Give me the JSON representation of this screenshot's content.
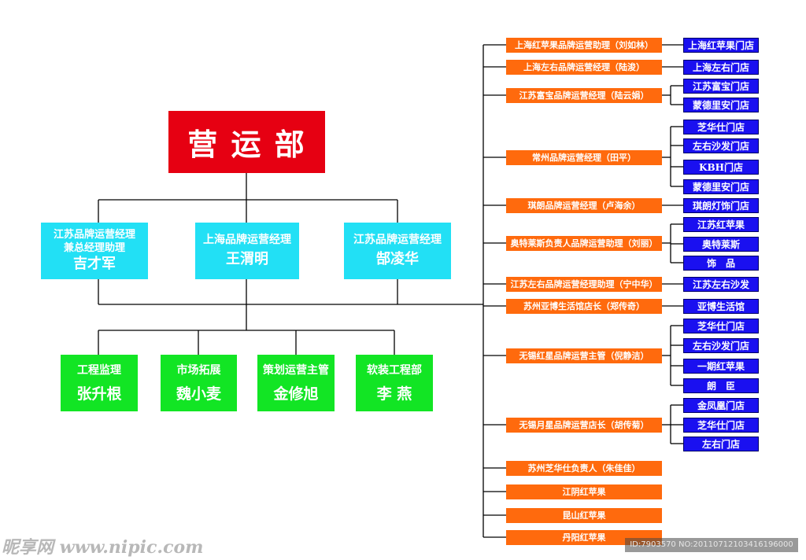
{
  "root": {
    "title": "营 运 部"
  },
  "managers": [
    {
      "title_line1": "江苏品牌运营经理",
      "title_line2": "兼总经理助理",
      "name": "吉才军"
    },
    {
      "title_line1": "上海品牌运营经理",
      "title_line2": "",
      "name": "王渭明"
    },
    {
      "title_line1": "江苏品牌运营经理",
      "title_line2": "",
      "name": "郜凌华"
    }
  ],
  "departments": [
    {
      "role": "工程监理",
      "name": "张升根"
    },
    {
      "role": "市场拓展",
      "name": "魏小麦"
    },
    {
      "role": "策划运营主管",
      "name": "金修旭"
    },
    {
      "role": "软装工程部",
      "name": "李 燕"
    }
  ],
  "branches": [
    {
      "label": "上海红苹果品牌运营助理（刘如林）",
      "stores": [
        "上海红苹果门店"
      ]
    },
    {
      "label": "上海左右品牌运营经理（陆浚）",
      "stores": [
        "上海左右门店"
      ]
    },
    {
      "label": "江苏富宝品牌运营经理（陆云娟）",
      "stores": [
        "江苏富宝门店",
        "蒙德里安门店"
      ]
    },
    {
      "label": "常州品牌运营经理（田平）",
      "stores": [
        "芝华仕门店",
        "左右沙发门店",
        "KBH门店",
        "蒙德里安门店"
      ]
    },
    {
      "label": "琪朗品牌运营经理（卢海余）",
      "stores": [
        "琪朗灯饰门店"
      ]
    },
    {
      "label": "奥特莱斯负责人品牌运营助理（刘丽）",
      "stores": [
        "江苏红苹果",
        "奥特莱斯",
        "饰　品"
      ]
    },
    {
      "label": "江苏左右品牌运营经理助理（宁中华）",
      "stores": [
        "江苏左右沙发"
      ]
    },
    {
      "label": "苏州亚博生活馆店长（郑传奇）",
      "stores": [
        "亚博生活馆"
      ]
    },
    {
      "label": "无锡红星品牌运营主管（倪静洁）",
      "stores": [
        "芝华仕门店",
        "左右沙发门店",
        "一期红苹果",
        "朗　臣"
      ]
    },
    {
      "label": "无锡月星品牌运营店长（胡传菊）",
      "stores": [
        "金凤凰门店",
        "芝华仕门店",
        "左右门店"
      ]
    },
    {
      "label": "苏州芝华仕负责人（朱佳佳）",
      "stores": []
    },
    {
      "label": "江阴红苹果",
      "stores": []
    },
    {
      "label": "昆山红苹果",
      "stores": []
    },
    {
      "label": "丹阳红苹果",
      "stores": []
    }
  ],
  "watermark": {
    "logo": "昵享网 www.nipic.com",
    "id": "ID:7903570 NO:20110712103416196000"
  },
  "colors": {
    "red": "#e60012",
    "cyan": "#22e0f5",
    "green": "#12e524",
    "orange": "#ff6a0d",
    "blue": "#1a10f0",
    "line": "#000000"
  }
}
